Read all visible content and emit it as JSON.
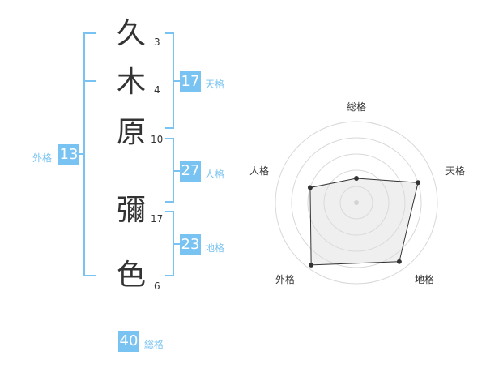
{
  "name": {
    "characters": [
      {
        "char": "久",
        "strokes": "3"
      },
      {
        "char": "木",
        "strokes": "4"
      },
      {
        "char": "原",
        "strokes": "10"
      },
      {
        "char": "彌",
        "strokes": "17"
      },
      {
        "char": "色",
        "strokes": "6"
      }
    ]
  },
  "fortunes": {
    "tenkaku": {
      "value": "17",
      "label": "天格"
    },
    "jinkaku": {
      "value": "27",
      "label": "人格"
    },
    "chikaku": {
      "value": "23",
      "label": "地格"
    },
    "gaikaku": {
      "value": "13",
      "label": "外格"
    },
    "soukaku": {
      "value": "40",
      "label": "総格"
    }
  },
  "radar": {
    "axes": [
      "総格",
      "天格",
      "地格",
      "外格",
      "人格"
    ],
    "values": [
      0.3,
      0.8,
      0.9,
      0.95,
      0.6
    ],
    "color": "#333333",
    "fill": "#eeeeee",
    "accent": "#79c3f2"
  }
}
